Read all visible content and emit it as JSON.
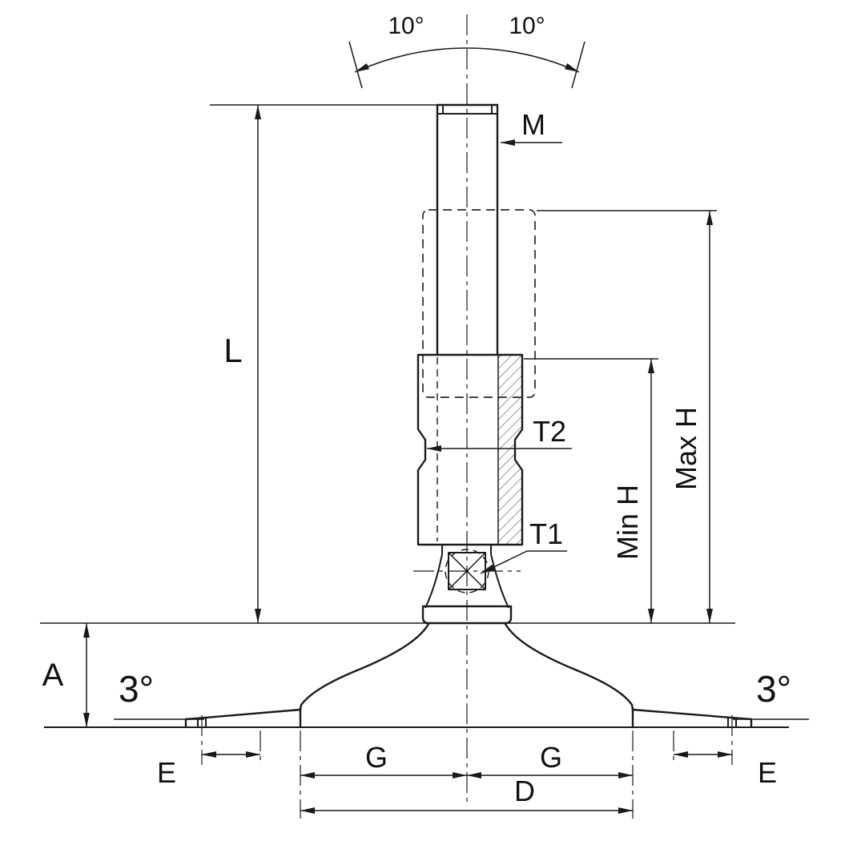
{
  "drawing": {
    "labels": {
      "tilt_left": "10°",
      "tilt_right": "10°",
      "thread": "M",
      "length": "L",
      "t2": "T2",
      "t1": "T1",
      "max_h": "Max H",
      "min_h": "Min H",
      "base_height": "A",
      "taper_left": "3°",
      "taper_right": "3°",
      "e_left": "E",
      "e_right": "E",
      "g_left": "G",
      "g_right": "G",
      "diameter": "D"
    },
    "colors": {
      "line": "#1a1a1a",
      "background": "#ffffff"
    }
  }
}
